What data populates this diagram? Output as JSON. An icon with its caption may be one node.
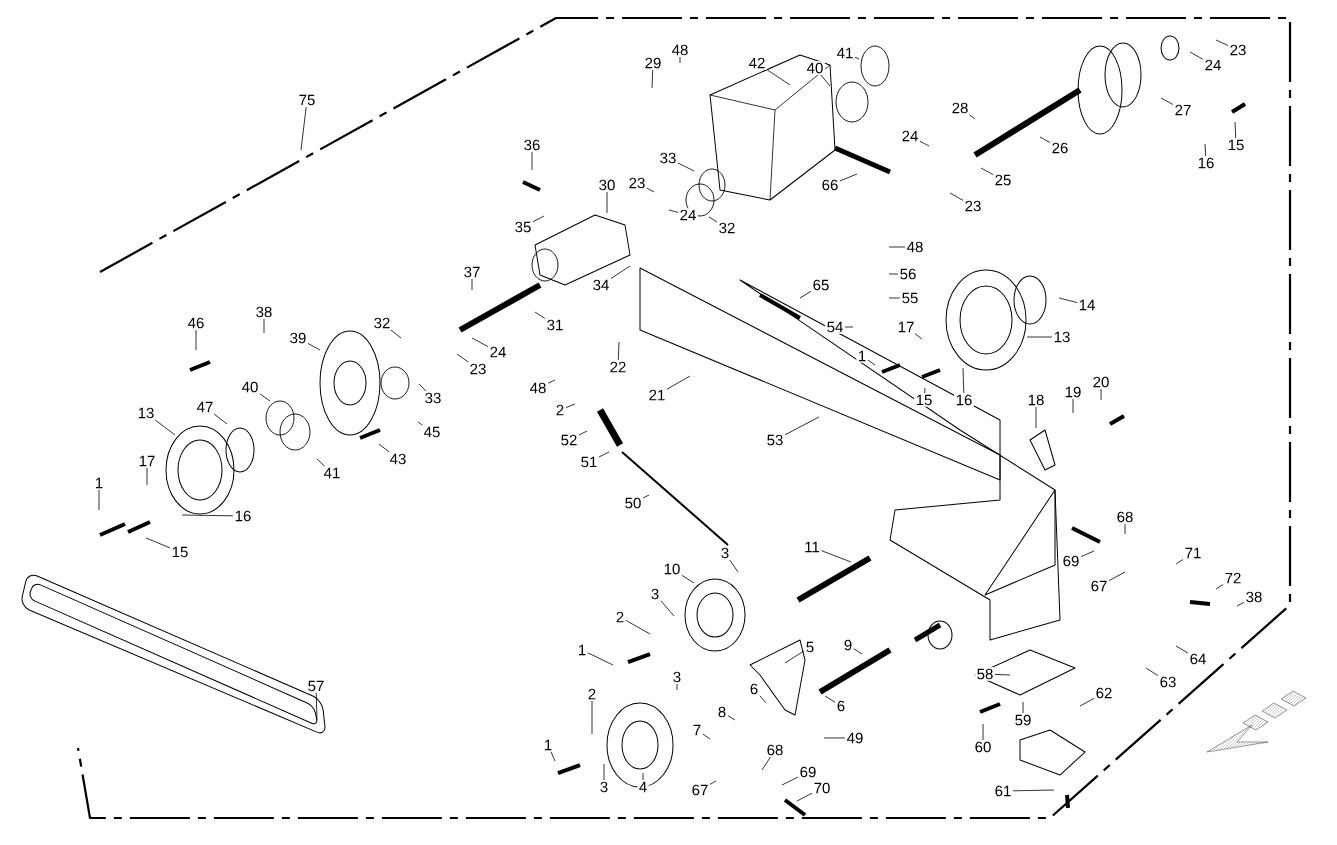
{
  "diagram": {
    "nodes": [
      {
        "text": [
          "75"
        ]
      },
      {
        "text": [
          "29"
        ]
      },
      {
        "text": [
          "48"
        ]
      },
      {
        "text": [
          "42"
        ]
      },
      {
        "text": [
          "40"
        ]
      },
      {
        "text": [
          "41"
        ]
      },
      {
        "text": [
          "66"
        ]
      },
      {
        "text": [
          "33"
        ]
      },
      {
        "text": [
          "23"
        ]
      },
      {
        "text": [
          "24"
        ]
      },
      {
        "text": [
          "32"
        ]
      },
      {
        "text": [
          "30"
        ]
      },
      {
        "text": [
          "36"
        ]
      },
      {
        "text": [
          "35"
        ]
      },
      {
        "text": [
          "34"
        ]
      },
      {
        "text": [
          "23"
        ]
      },
      {
        "text": [
          "24"
        ]
      },
      {
        "text": [
          "27"
        ]
      },
      {
        "text": [
          "28"
        ]
      },
      {
        "text": [
          "26"
        ]
      },
      {
        "text": [
          "24"
        ]
      },
      {
        "text": [
          "25"
        ]
      },
      {
        "text": [
          "23"
        ]
      },
      {
        "text": [
          "16"
        ]
      },
      {
        "text": [
          "15"
        ]
      },
      {
        "text": [
          "37"
        ]
      },
      {
        "text": [
          "31"
        ]
      },
      {
        "text": [
          "24"
        ]
      },
      {
        "text": [
          "23"
        ]
      },
      {
        "text": [
          "32"
        ]
      },
      {
        "text": [
          "33"
        ]
      },
      {
        "text": [
          "45"
        ]
      },
      {
        "text": [
          "43"
        ]
      },
      {
        "text": [
          "38"
        ]
      },
      {
        "text": [
          "39"
        ]
      },
      {
        "text": [
          "46"
        ]
      },
      {
        "text": [
          "40"
        ]
      },
      {
        "text": [
          "41"
        ]
      },
      {
        "text": [
          "47"
        ]
      },
      {
        "text": [
          "13"
        ]
      },
      {
        "text": [
          "17"
        ]
      },
      {
        "text": [
          "1"
        ]
      },
      {
        "text": [
          "16"
        ]
      },
      {
        "text": [
          "15"
        ]
      },
      {
        "text": [
          "22"
        ]
      },
      {
        "text": [
          "48"
        ]
      },
      {
        "text": [
          "2"
        ]
      },
      {
        "text": [
          "21"
        ]
      },
      {
        "text": [
          "52"
        ]
      },
      {
        "text": [
          "51"
        ]
      },
      {
        "text": [
          "53"
        ]
      },
      {
        "text": [
          "50"
        ]
      },
      {
        "text": [
          "65"
        ]
      },
      {
        "text": [
          "48"
        ]
      },
      {
        "text": [
          "56"
        ]
      },
      {
        "text": [
          "55"
        ]
      },
      {
        "text": [
          "54"
        ]
      },
      {
        "text": [
          "17"
        ]
      },
      {
        "text": [
          "1"
        ]
      },
      {
        "text": [
          "15"
        ]
      },
      {
        "text": [
          "16"
        ]
      },
      {
        "text": [
          "14"
        ]
      },
      {
        "text": [
          "13"
        ]
      },
      {
        "text": [
          "18"
        ]
      },
      {
        "text": [
          "19"
        ]
      },
      {
        "text": [
          "20"
        ]
      },
      {
        "text": [
          "11"
        ]
      },
      {
        "text": [
          "10"
        ]
      },
      {
        "text": [
          "3"
        ]
      },
      {
        "text": [
          "3"
        ]
      },
      {
        "text": [
          "2"
        ]
      },
      {
        "text": [
          "1"
        ]
      },
      {
        "text": [
          "5"
        ]
      },
      {
        "text": [
          "9"
        ]
      },
      {
        "text": [
          "3"
        ]
      },
      {
        "text": [
          "2"
        ]
      },
      {
        "text": [
          "1"
        ]
      },
      {
        "text": [
          "3"
        ]
      },
      {
        "text": [
          "4"
        ]
      },
      {
        "text": [
          "6"
        ]
      },
      {
        "text": [
          "8"
        ]
      },
      {
        "text": [
          "6"
        ]
      },
      {
        "text": [
          "7"
        ]
      },
      {
        "text": [
          "49"
        ]
      },
      {
        "text": [
          "68"
        ]
      },
      {
        "text": [
          "69"
        ]
      },
      {
        "text": [
          "67"
        ]
      },
      {
        "text": [
          "70"
        ]
      },
      {
        "text": [
          "58"
        ]
      },
      {
        "text": [
          "60"
        ]
      },
      {
        "text": [
          "59"
        ]
      },
      {
        "text": [
          "62"
        ]
      },
      {
        "text": [
          "61"
        ]
      },
      {
        "text": [
          "64"
        ]
      },
      {
        "text": [
          "63"
        ]
      },
      {
        "text": [
          "68"
        ]
      },
      {
        "text": [
          "69"
        ]
      },
      {
        "text": [
          "67"
        ]
      },
      {
        "text": [
          "71"
        ]
      },
      {
        "text": [
          "72"
        ]
      },
      {
        "text": [
          "38"
        ]
      },
      {
        "text": [
          "57"
        ]
      }
    ],
    "edges": [
      {
        "from": 0,
        "to": null,
        "arrow": "none"
      },
      {
        "from": 1,
        "to": null,
        "arrow": "none"
      },
      {
        "from": 2,
        "to": null,
        "arrow": "none"
      },
      {
        "from": 3,
        "to": null,
        "arrow": "none"
      },
      {
        "from": 4,
        "to": null,
        "arrow": "none"
      },
      {
        "from": 5,
        "to": null,
        "arrow": "none"
      },
      {
        "from": 6,
        "to": null,
        "arrow": "none"
      },
      {
        "from": 7,
        "to": null,
        "arrow": "none"
      },
      {
        "from": 8,
        "to": null,
        "arrow": "none"
      },
      {
        "from": 9,
        "to": null,
        "arrow": "none"
      },
      {
        "from": 10,
        "to": null,
        "arrow": "none"
      },
      {
        "from": 11,
        "to": null,
        "arrow": "none"
      },
      {
        "from": 12,
        "to": null,
        "arrow": "none"
      },
      {
        "from": 13,
        "to": null,
        "arrow": "none"
      },
      {
        "from": 14,
        "to": null,
        "arrow": "none"
      },
      {
        "from": 15,
        "to": null,
        "arrow": "none"
      },
      {
        "from": 16,
        "to": null,
        "arrow": "none"
      },
      {
        "from": 17,
        "to": null,
        "arrow": "none"
      },
      {
        "from": 18,
        "to": null,
        "arrow": "none"
      },
      {
        "from": 19,
        "to": null,
        "arrow": "none"
      },
      {
        "from": 20,
        "to": null,
        "arrow": "none"
      },
      {
        "from": 21,
        "to": null,
        "arrow": "none"
      },
      {
        "from": 22,
        "to": null,
        "arrow": "none"
      },
      {
        "from": 23,
        "to": null,
        "arrow": "none"
      },
      {
        "from": 24,
        "to": null,
        "arrow": "none"
      },
      {
        "from": 25,
        "to": null,
        "arrow": "none"
      },
      {
        "from": 26,
        "to": null,
        "arrow": "none"
      },
      {
        "from": 27,
        "to": null,
        "arrow": "none"
      },
      {
        "from": 28,
        "to": null,
        "arrow": "none"
      },
      {
        "from": 29,
        "to": null,
        "arrow": "none"
      },
      {
        "from": 30,
        "to": null,
        "arrow": "none"
      },
      {
        "from": 31,
        "to": null,
        "arrow": "none"
      },
      {
        "from": 32,
        "to": null,
        "arrow": "none"
      },
      {
        "from": 33,
        "to": null,
        "arrow": "none"
      },
      {
        "from": 34,
        "to": null,
        "arrow": "none"
      },
      {
        "from": 35,
        "to": null,
        "arrow": "none"
      },
      {
        "from": 36,
        "to": null,
        "arrow": "none"
      },
      {
        "from": 37,
        "to": null,
        "arrow": "none"
      },
      {
        "from": 38,
        "to": null,
        "arrow": "none"
      },
      {
        "from": 39,
        "to": null,
        "arrow": "none"
      },
      {
        "from": 40,
        "to": null,
        "arrow": "none"
      },
      {
        "from": 41,
        "to": null,
        "arrow": "none"
      },
      {
        "from": 42,
        "to": null,
        "arrow": "none"
      },
      {
        "from": 43,
        "to": null,
        "arrow": "none"
      },
      {
        "from": 44,
        "to": null,
        "arrow": "none"
      },
      {
        "from": 45,
        "to": null,
        "arrow": "none"
      },
      {
        "from": 46,
        "to": null,
        "arrow": "none"
      },
      {
        "from": 47,
        "to": null,
        "arrow": "none"
      },
      {
        "from": 48,
        "to": null,
        "arrow": "none"
      },
      {
        "from": 49,
        "to": null,
        "arrow": "none"
      },
      {
        "from": 50,
        "to": null,
        "arrow": "none"
      },
      {
        "from": 51,
        "to": null,
        "arrow": "none"
      },
      {
        "from": 52,
        "to": null,
        "arrow": "none"
      },
      {
        "from": 53,
        "to": null,
        "arrow": "none"
      },
      {
        "from": 54,
        "to": null,
        "arrow": "none"
      },
      {
        "from": 55,
        "to": null,
        "arrow": "none"
      },
      {
        "from": 56,
        "to": null,
        "arrow": "none"
      },
      {
        "from": 57,
        "to": null,
        "arrow": "none"
      },
      {
        "from": 58,
        "to": null,
        "arrow": "none"
      },
      {
        "from": 59,
        "to": null,
        "arrow": "none"
      },
      {
        "from": 60,
        "to": null,
        "arrow": "none"
      },
      {
        "from": 61,
        "to": null,
        "arrow": "none"
      },
      {
        "from": 62,
        "to": null,
        "arrow": "none"
      },
      {
        "from": 63,
        "to": null,
        "arrow": "none"
      },
      {
        "from": 64,
        "to": null,
        "arrow": "none"
      },
      {
        "from": 65,
        "to": null,
        "arrow": "none"
      },
      {
        "from": 66,
        "to": null,
        "arrow": "none"
      },
      {
        "from": 67,
        "to": null,
        "arrow": "none"
      },
      {
        "from": 68,
        "to": null,
        "arrow": "none"
      },
      {
        "from": 69,
        "to": null,
        "arrow": "none"
      },
      {
        "from": 70,
        "to": null,
        "arrow": "none"
      },
      {
        "from": 71,
        "to": null,
        "arrow": "none"
      },
      {
        "from": 72,
        "to": null,
        "arrow": "none"
      },
      {
        "from": 73,
        "to": null,
        "arrow": "none"
      },
      {
        "from": 74,
        "to": null,
        "arrow": "none"
      },
      {
        "from": 75,
        "to": null,
        "arrow": "none"
      },
      {
        "from": 76,
        "to": null,
        "arrow": "none"
      },
      {
        "from": 77,
        "to": null,
        "arrow": "none"
      },
      {
        "from": 78,
        "to": null,
        "arrow": "none"
      },
      {
        "from": 79,
        "to": null,
        "arrow": "none"
      },
      {
        "from": 80,
        "to": null,
        "arrow": "none"
      },
      {
        "from": 81,
        "to": null,
        "arrow": "none"
      },
      {
        "from": 82,
        "to": null,
        "arrow": "none"
      },
      {
        "from": 83,
        "to": null,
        "arrow": "none"
      },
      {
        "from": 84,
        "to": null,
        "arrow": "none"
      },
      {
        "from": 85,
        "to": null,
        "arrow": "none"
      },
      {
        "from": 86,
        "to": null,
        "arrow": "none"
      },
      {
        "from": 87,
        "to": null,
        "arrow": "none"
      },
      {
        "from": 88,
        "to": null,
        "arrow": "none"
      },
      {
        "from": 89,
        "to": null,
        "arrow": "none"
      },
      {
        "from": 90,
        "to": null,
        "arrow": "none"
      },
      {
        "from": 91,
        "to": null,
        "arrow": "none"
      },
      {
        "from": 92,
        "to": null,
        "arrow": "none"
      },
      {
        "from": 93,
        "to": null,
        "arrow": "none"
      },
      {
        "from": 94,
        "to": null,
        "arrow": "none"
      },
      {
        "from": 95,
        "to": null,
        "arrow": "none"
      },
      {
        "from": 96,
        "to": null,
        "arrow": "none"
      },
      {
        "from": 97,
        "to": null,
        "arrow": "none"
      },
      {
        "from": 98,
        "to": null,
        "arrow": "none"
      },
      {
        "from": 99,
        "to": null,
        "arrow": "none"
      },
      {
        "from": 100,
        "to": null,
        "arrow": "none"
      },
      {
        "from": 101,
        "to": null,
        "arrow": "none"
      }
    ]
  }
}
